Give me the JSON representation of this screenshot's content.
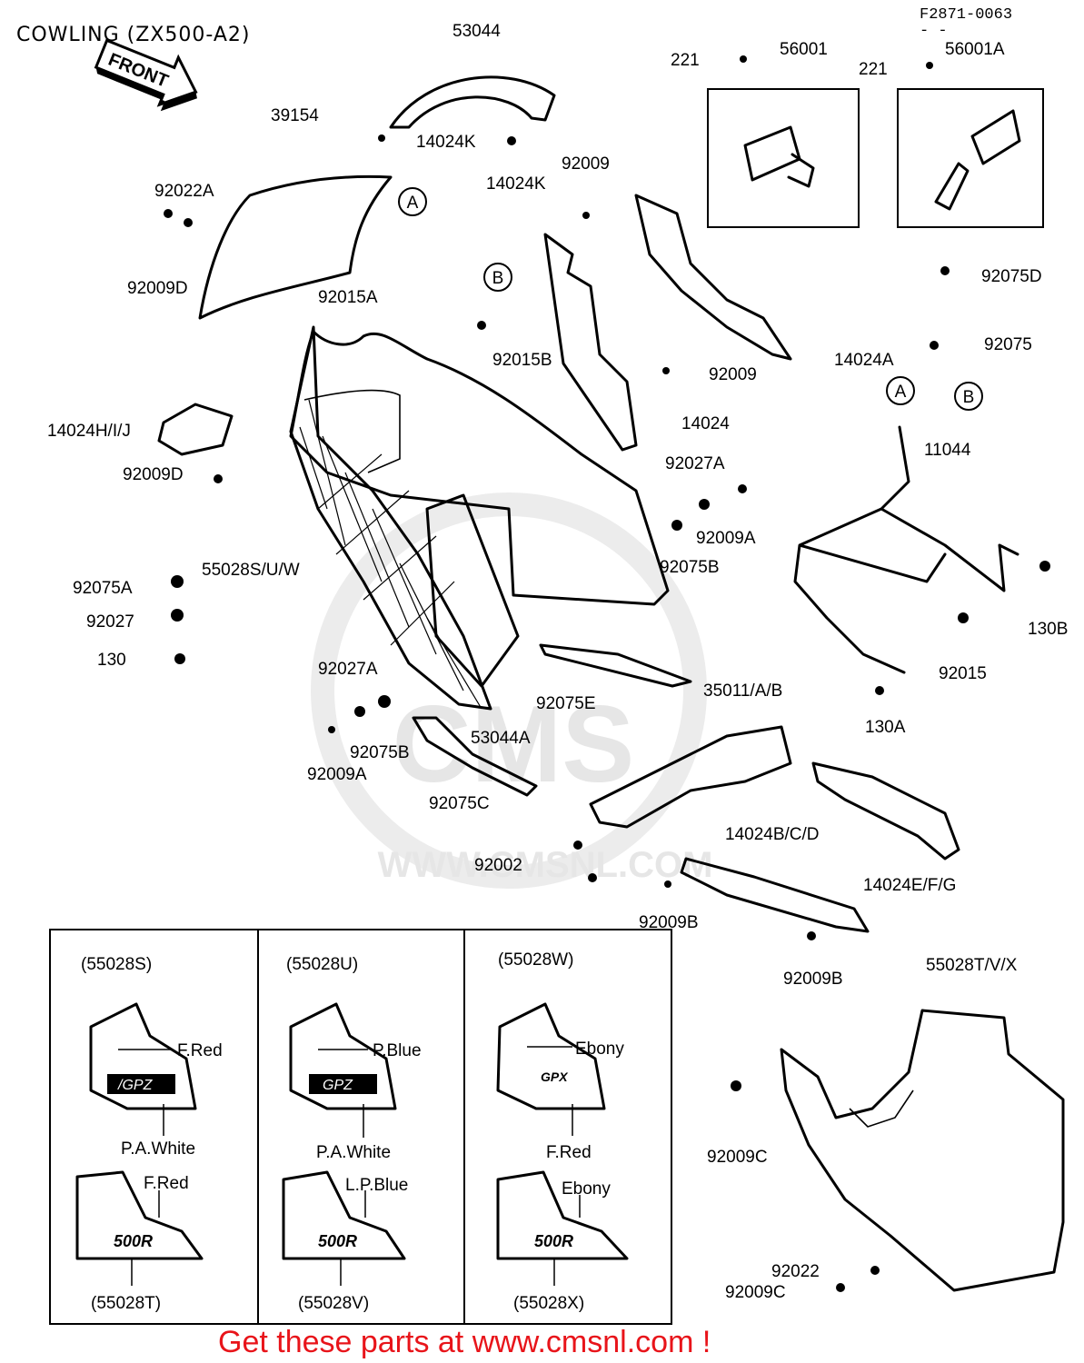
{
  "header": {
    "title": "COWLING (ZX500-A2)",
    "figure_code": "F2871-0063",
    "front_arrow": "FRONT"
  },
  "callouts": {
    "circle_a": "A",
    "circle_b": "B"
  },
  "parts": [
    "53044",
    "56001",
    "56001A",
    "221",
    "221",
    "39154",
    "14024K",
    "14024K",
    "92009",
    "92022A",
    "92009D",
    "92015A",
    "92015B",
    "92075D",
    "92075",
    "14024A",
    "92009",
    "14024",
    "14024H/I/J",
    "92009D",
    "11044",
    "92027A",
    "92009A",
    "92075B",
    "55028S/U/W",
    "92075A",
    "92027",
    "130",
    "130B",
    "92015",
    "92027A",
    "92075B",
    "92009A",
    "53044A",
    "92075E",
    "35011/A/B",
    "130A",
    "92075C",
    "14024B/C/D",
    "92002",
    "14024E/F/G",
    "92009B",
    "92009B",
    "55028T/V/X",
    "92009C",
    "92022",
    "92009C"
  ],
  "variants": [
    {
      "top_code": "(55028S)",
      "top_colors": [
        "F.Red",
        "P.A.White"
      ],
      "bottom_color": "F.Red",
      "bottom_code": "(55028T)",
      "badge_top": "/GPZ",
      "badge_bottom": "500R"
    },
    {
      "top_code": "(55028U)",
      "top_colors": [
        "P.Blue",
        "P.A.White"
      ],
      "bottom_color": "L.P.Blue",
      "bottom_code": "(55028V)",
      "badge_top": "GPZ",
      "badge_bottom": "500R"
    },
    {
      "top_code": "(55028W)",
      "top_colors": [
        "Ebony",
        "F.Red"
      ],
      "bottom_color": "Ebony",
      "bottom_code": "(55028X)",
      "badge_top": "GPX",
      "badge_bottom": "500R"
    }
  ],
  "watermark": {
    "brand": "CMS",
    "url": "WWW.CMSNL.COM"
  },
  "footer": {
    "promo": "Get these parts at www.cmsnl.com !"
  },
  "colors": {
    "promo": "#e8141a",
    "ink": "#000000",
    "watermark": "#e6e6e6"
  }
}
